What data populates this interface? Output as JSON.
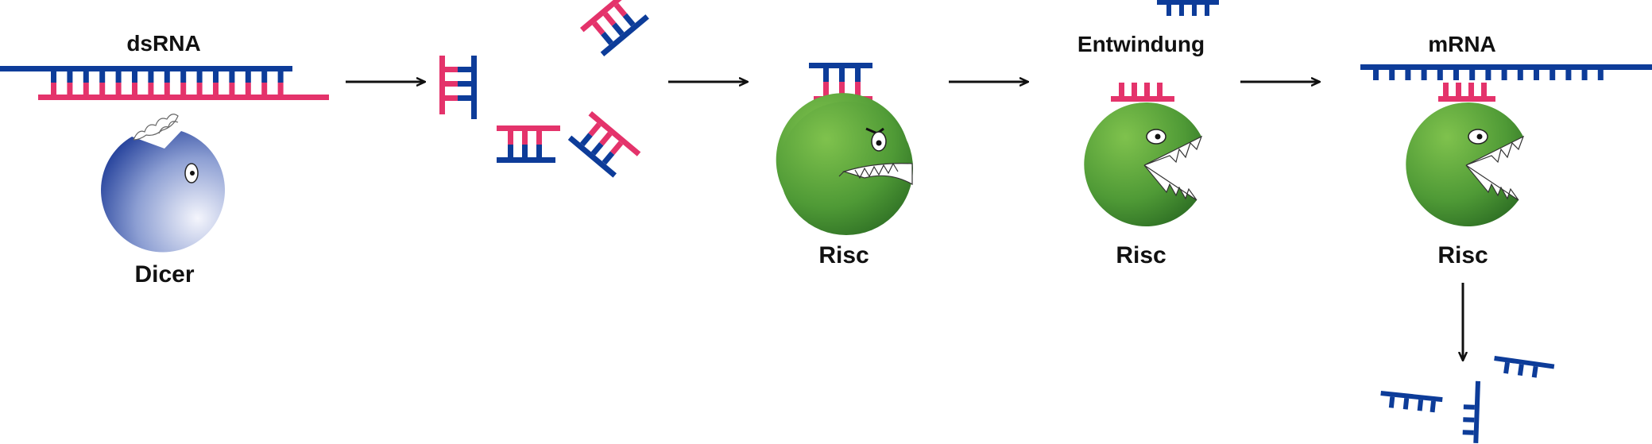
{
  "colors": {
    "blue_strand": "#0d3c99",
    "pink_strand": "#e4336b",
    "dicer_dark": "#1f3c98",
    "dicer_light": "#f2f3fb",
    "risc_light": "#7bbf4a",
    "risc_dark": "#2d6e24",
    "arrow": "#111111"
  },
  "labels": {
    "dsrna": "dsRNA",
    "dicer": "Dicer",
    "risc_1": "Risc",
    "entwindung": "Entwindung",
    "risc_2": "Risc",
    "mrna": "mRNA",
    "risc_3": "Risc"
  },
  "icons": [
    "dicer-pacman-icon",
    "risc-pacman-icon",
    "arrow-right-icon",
    "arrow-down-icon"
  ]
}
